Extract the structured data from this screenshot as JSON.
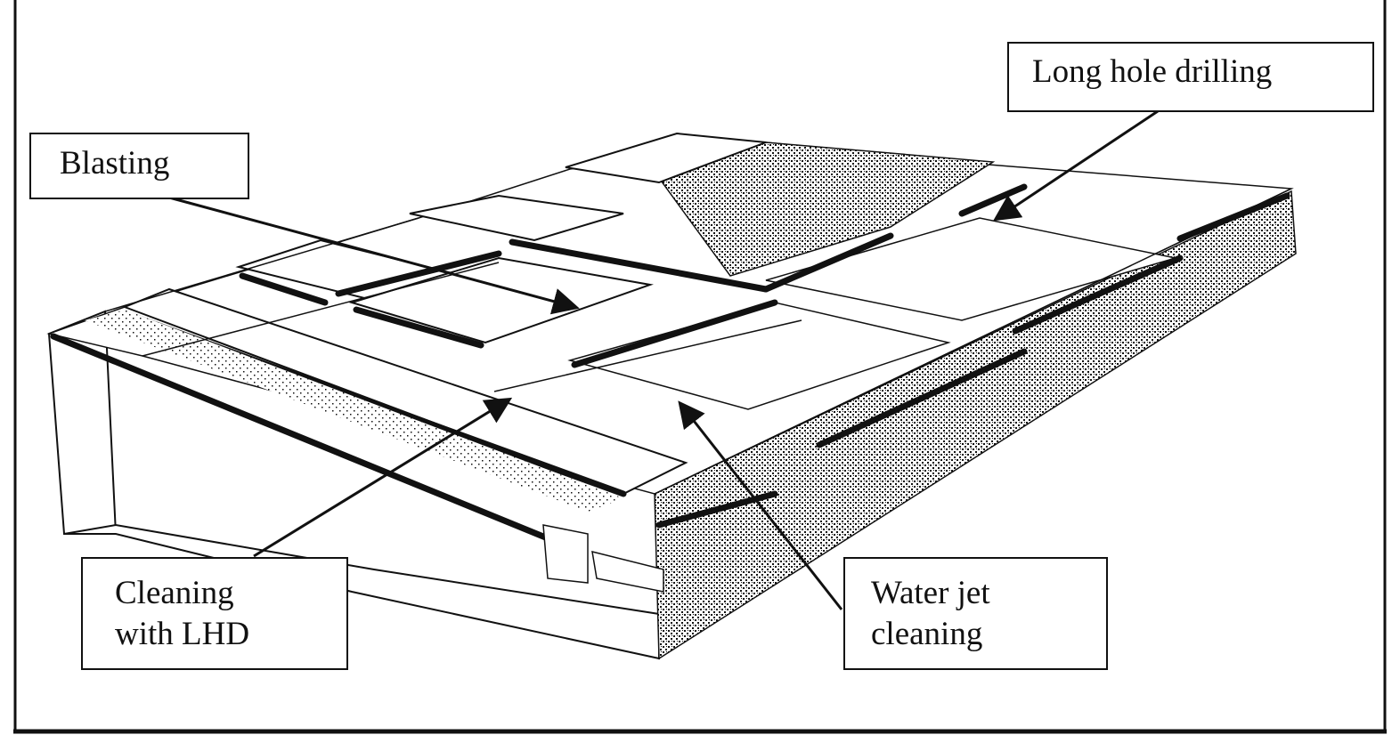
{
  "diagram": {
    "labels": {
      "blasting": "Blasting",
      "long_hole_drilling": "Long hole drilling",
      "cleaning_lhd_line1": "Cleaning",
      "cleaning_lhd_line2": "with LHD",
      "water_jet_line1": "Water jet",
      "water_jet_line2": "cleaning"
    },
    "colors": {
      "ink": "#111111",
      "background": "#ffffff"
    }
  }
}
